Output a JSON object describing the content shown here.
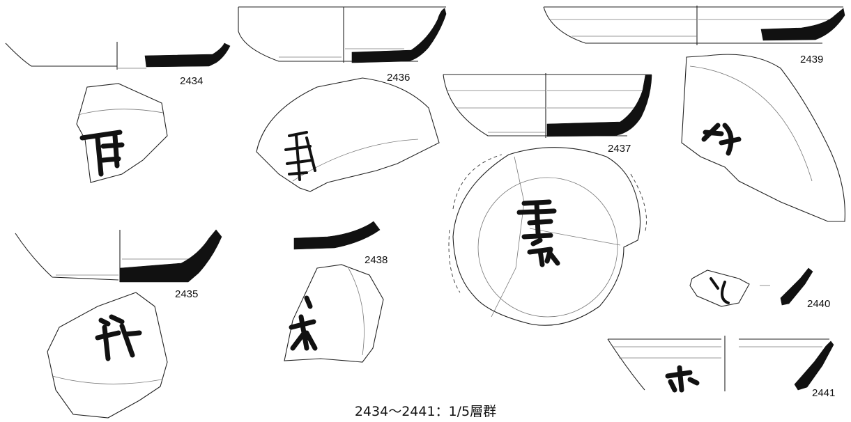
{
  "caption": "2434～2441：1/5層群",
  "figures": [
    {
      "id": "2434"
    },
    {
      "id": "2435"
    },
    {
      "id": "2436"
    },
    {
      "id": "2437"
    },
    {
      "id": "2438"
    },
    {
      "id": "2439"
    },
    {
      "id": "2440"
    },
    {
      "id": "2441"
    }
  ]
}
